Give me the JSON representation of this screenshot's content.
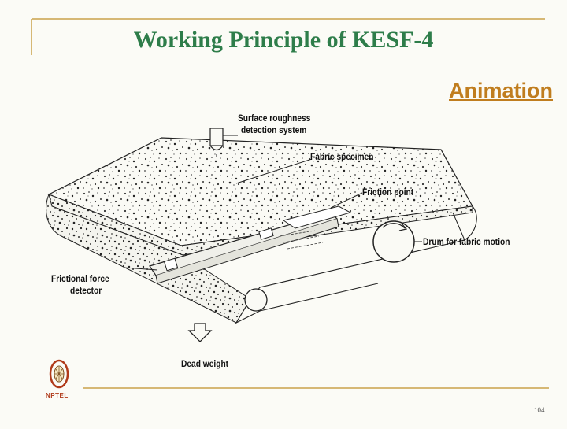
{
  "slide": {
    "title": "Working Principle of KESF-4",
    "animation_link": "Animation",
    "page_number": "104",
    "logo_text": "NPTEL"
  },
  "diagram": {
    "labels": {
      "surface_roughness_line1": "Surface roughness",
      "surface_roughness_line2": "detection system",
      "fabric_specimen": "Fabric specimen",
      "friction_point": "Friction point",
      "drum": "Drum for fabric motion",
      "frictional_force_line1": "Frictional force",
      "frictional_force_line2": "detector",
      "dead_weight": "Dead weight"
    }
  },
  "colors": {
    "title": "#2e7d4a",
    "link": "#c07d1e",
    "rule": "#c9a24a",
    "logo": "#b03a1a"
  }
}
